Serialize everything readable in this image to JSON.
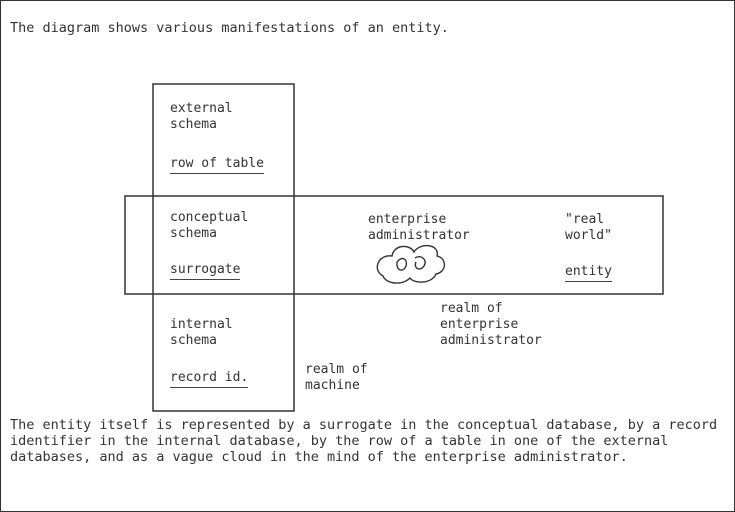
{
  "caption_top": "The diagram shows various manifestations of an entity.",
  "caption_bottom": "The entity itself is represented by a surrogate in the conceptual database, by a record identifier in the internal database, by the row of a table in one of the external databases, and as a vague cloud in the mind of the enterprise administrator.",
  "external": {
    "line1": "external",
    "line2": "schema",
    "item": "row of table"
  },
  "conceptual": {
    "line1": "conceptual",
    "line2": "schema",
    "item": "surrogate"
  },
  "internal": {
    "line1": "internal",
    "line2": "schema",
    "item": "record id."
  },
  "enterprise": {
    "line1": "enterprise",
    "line2": "administrator"
  },
  "real_world": {
    "line1": "\"real",
    "line2": "world\"",
    "item": "entity"
  },
  "realm_enterprise": {
    "line1": "realm of",
    "line2": "enterprise",
    "line3": "administrator"
  },
  "realm_machine": {
    "line1": "realm of",
    "line2": "machine"
  }
}
